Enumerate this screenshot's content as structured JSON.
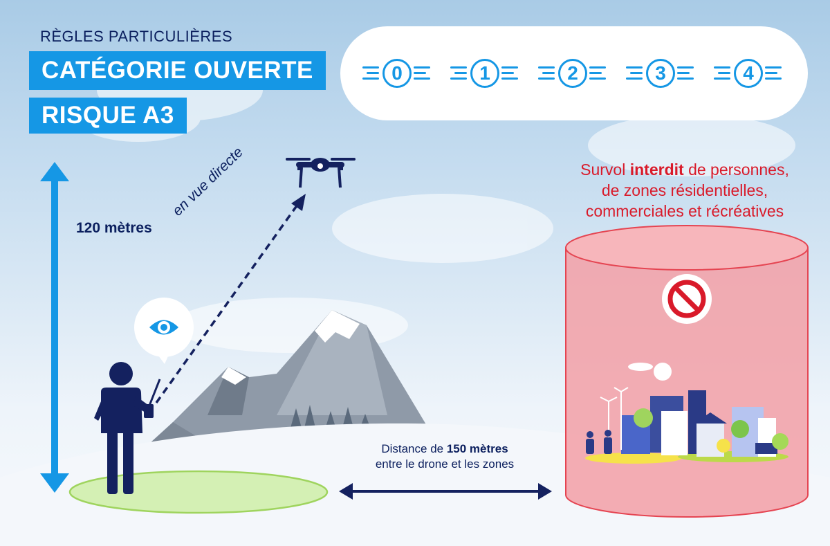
{
  "header": {
    "subtitle": "RÈGLES PARTICULIÈRES",
    "title": "CATÉGORIE OUVERTE",
    "risk": "RISQUE A3"
  },
  "badges": [
    "0",
    "1",
    "2",
    "3",
    "4"
  ],
  "labels": {
    "height": "120 mètres",
    "line_of_sight": "en vue directe"
  },
  "warning": {
    "part1": "Survol ",
    "emphasis": "interdit",
    "part2": " de personnes,",
    "line2": "de zones résidentielles,",
    "line3": "commerciales et récréatives"
  },
  "distance": {
    "prefix": "Distance de ",
    "value": "150 mètres",
    "line2": "entre le drone et les zones"
  },
  "colors": {
    "accent": "#1597e5",
    "navy": "#0b1f5e",
    "danger": "#d91a2a",
    "zone_fill": "#f3a2a8",
    "ground_ring": "#c9ec9c"
  }
}
